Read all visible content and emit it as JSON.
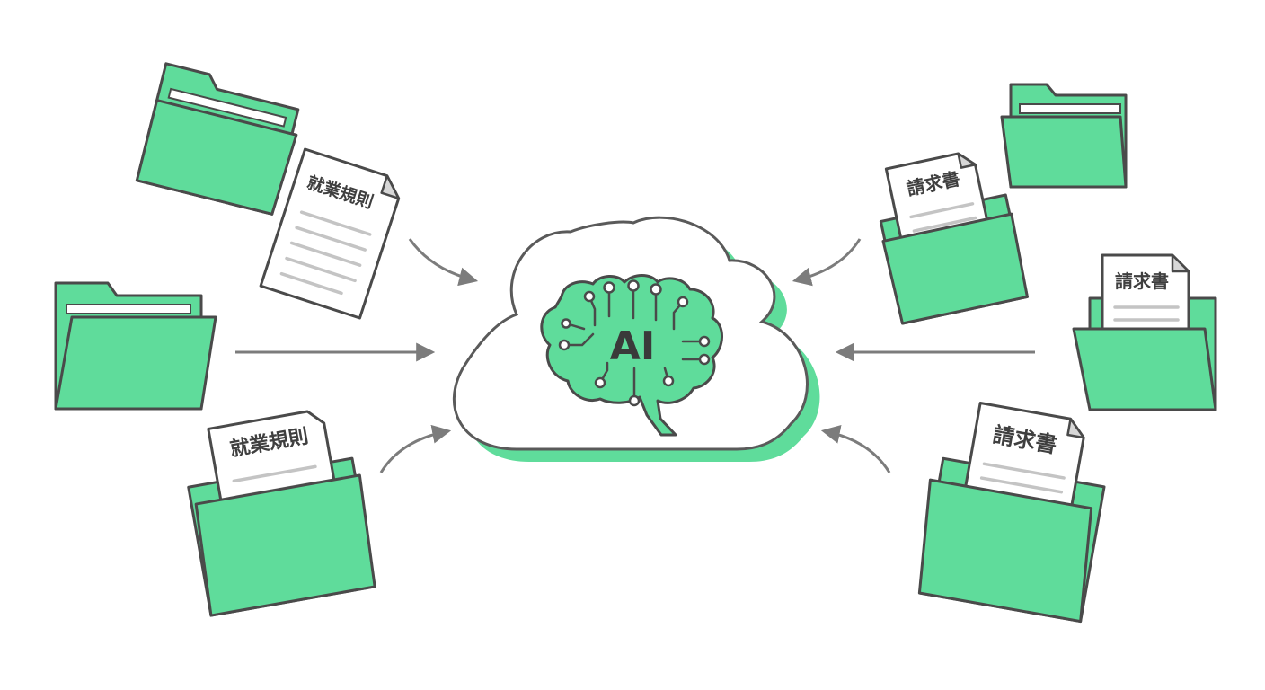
{
  "colors": {
    "folder_fill": "#5fdc9b",
    "stroke": "#4a4a4a",
    "paper": "#ffffff",
    "paper_line": "#c4c4c4",
    "arrow": "#7c7c7c",
    "cloud_shadow": "#5fdc9b",
    "background": "#ffffff"
  },
  "center": {
    "label": "AI",
    "icon": "brain-circuit-icon"
  },
  "documents": {
    "left_top": "就業規則",
    "left_bottom": "就業規則",
    "right_top": "請求書",
    "right_middle": "請求書",
    "right_bottom": "請求書"
  },
  "icons": [
    "folder-icon",
    "document-icon",
    "cloud-icon",
    "brain-circuit-icon",
    "arrow-icon"
  ]
}
